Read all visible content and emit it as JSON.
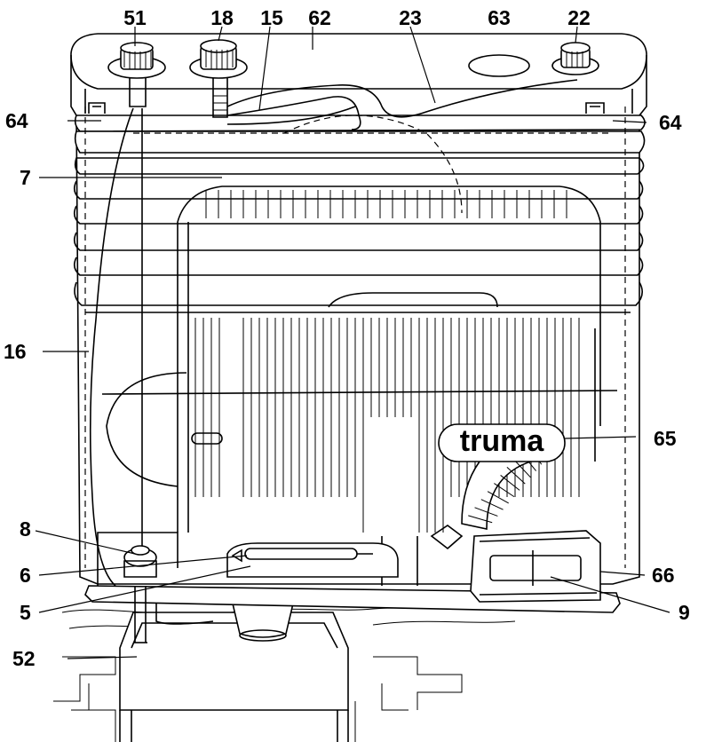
{
  "diagram": {
    "brand_logo": "truma",
    "callouts": [
      {
        "id": "51",
        "text": "51"
      },
      {
        "id": "18",
        "text": "18"
      },
      {
        "id": "15",
        "text": "15"
      },
      {
        "id": "62",
        "text": "62"
      },
      {
        "id": "23",
        "text": "23"
      },
      {
        "id": "63",
        "text": "63"
      },
      {
        "id": "22",
        "text": "22"
      },
      {
        "id": "64l",
        "text": "64"
      },
      {
        "id": "64r",
        "text": "64"
      },
      {
        "id": "7",
        "text": "7"
      },
      {
        "id": "16",
        "text": "16"
      },
      {
        "id": "65",
        "text": "65"
      },
      {
        "id": "8",
        "text": "8"
      },
      {
        "id": "6",
        "text": "6"
      },
      {
        "id": "66",
        "text": "66"
      },
      {
        "id": "5",
        "text": "5"
      },
      {
        "id": "9",
        "text": "9"
      },
      {
        "id": "52",
        "text": "52"
      }
    ]
  }
}
